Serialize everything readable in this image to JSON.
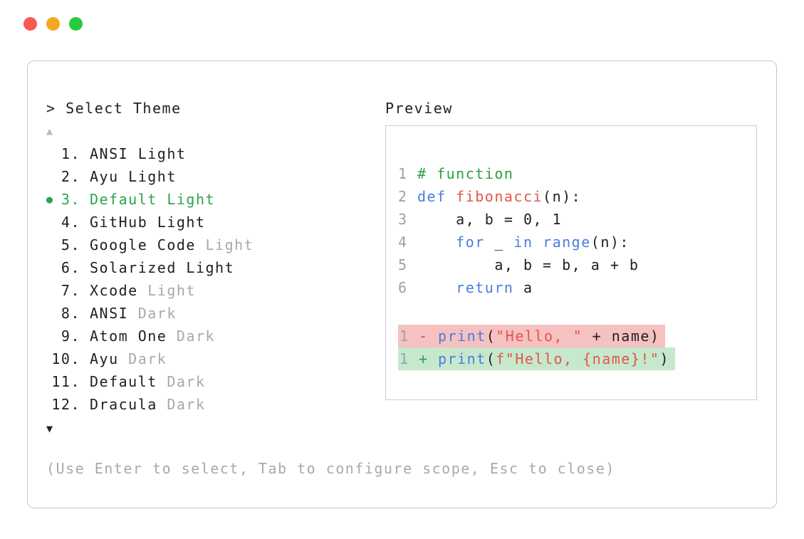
{
  "window": {
    "traffic_lights": [
      {
        "name": "close",
        "color": "#f75951"
      },
      {
        "name": "minimize",
        "color": "#f4a821"
      },
      {
        "name": "zoom",
        "color": "#27c93f"
      }
    ]
  },
  "theme_picker": {
    "prompt": "> Select Theme",
    "scroll_up_glyph": "▲",
    "scroll_down_glyph": "▼",
    "scroll_up_disabled": true,
    "selected_bullet_glyph": "●",
    "items": [
      {
        "number": "1.",
        "name": "ANSI",
        "variant": "Light",
        "variant_dim": false,
        "selected": false
      },
      {
        "number": "2.",
        "name": "Ayu",
        "variant": "Light",
        "variant_dim": false,
        "selected": false
      },
      {
        "number": "3.",
        "name": "Default",
        "variant": "Light",
        "variant_dim": false,
        "selected": true
      },
      {
        "number": "4.",
        "name": "GitHub",
        "variant": "Light",
        "variant_dim": false,
        "selected": false
      },
      {
        "number": "5.",
        "name": "Google Code",
        "variant": "Light",
        "variant_dim": true,
        "selected": false
      },
      {
        "number": "6.",
        "name": "Solarized",
        "variant": "Light",
        "variant_dim": false,
        "selected": false
      },
      {
        "number": "7.",
        "name": "Xcode",
        "variant": "Light",
        "variant_dim": true,
        "selected": false
      },
      {
        "number": "8.",
        "name": "ANSI",
        "variant": "Dark",
        "variant_dim": true,
        "selected": false
      },
      {
        "number": "9.",
        "name": "Atom One",
        "variant": "Dark",
        "variant_dim": true,
        "selected": false
      },
      {
        "number": "10.",
        "name": "Ayu",
        "variant": "Dark",
        "variant_dim": true,
        "selected": false
      },
      {
        "number": "11.",
        "name": "Default",
        "variant": "Dark",
        "variant_dim": true,
        "selected": false
      },
      {
        "number": "12.",
        "name": "Dracula",
        "variant": "Dark",
        "variant_dim": true,
        "selected": false
      }
    ],
    "footer_hint": "(Use Enter to select, Tab to configure scope, Esc to close)"
  },
  "preview": {
    "label": "Preview",
    "code_lines": [
      {
        "number": "1",
        "tokens": [
          {
            "text": "# function",
            "style": "comment"
          }
        ]
      },
      {
        "number": "2",
        "tokens": [
          {
            "text": "def ",
            "style": "keyword"
          },
          {
            "text": "fibonacci",
            "style": "function"
          },
          {
            "text": "(n):",
            "style": "plain"
          }
        ]
      },
      {
        "number": "3",
        "tokens": [
          {
            "text": "    a, b = 0, 1",
            "style": "plain"
          }
        ]
      },
      {
        "number": "4",
        "tokens": [
          {
            "text": "    ",
            "style": "plain"
          },
          {
            "text": "for",
            "style": "keyword"
          },
          {
            "text": " _ ",
            "style": "plain"
          },
          {
            "text": "in",
            "style": "keyword"
          },
          {
            "text": " ",
            "style": "plain"
          },
          {
            "text": "range",
            "style": "keyword"
          },
          {
            "text": "(n):",
            "style": "plain"
          }
        ]
      },
      {
        "number": "5",
        "tokens": [
          {
            "text": "        a, b = b, a + b",
            "style": "plain"
          }
        ]
      },
      {
        "number": "6",
        "tokens": [
          {
            "text": "    ",
            "style": "plain"
          },
          {
            "text": "return",
            "style": "keyword"
          },
          {
            "text": " a",
            "style": "plain"
          }
        ]
      }
    ],
    "diff_lines": [
      {
        "number": "1",
        "sign": "-",
        "kind": "removed",
        "tokens": [
          {
            "text": "print",
            "style": "keyword"
          },
          {
            "text": "(",
            "style": "plain"
          },
          {
            "text": "\"Hello, \"",
            "style": "string"
          },
          {
            "text": " + name)",
            "style": "plain"
          }
        ]
      },
      {
        "number": "1",
        "sign": "+",
        "kind": "added",
        "tokens": [
          {
            "text": "print",
            "style": "keyword"
          },
          {
            "text": "(",
            "style": "plain"
          },
          {
            "text": "f\"Hello, {name}!\"",
            "style": "string"
          },
          {
            "text": ")",
            "style": "plain"
          }
        ]
      }
    ]
  },
  "colors": {
    "text": "#1f1f24",
    "selected_green": "#2aa44e",
    "dim_gray": "#a8a8b0",
    "line_number_gray": "#9ca0a8",
    "keyword_blue": "#4a7dde",
    "function_red": "#e4564a",
    "string_red": "#e4564a",
    "comment_green": "#2f9e44",
    "removed_bg": "#f6c1c1",
    "added_bg": "#c6e8cd",
    "removed_sign": "#d04a44",
    "added_sign": "#2f9e44"
  }
}
